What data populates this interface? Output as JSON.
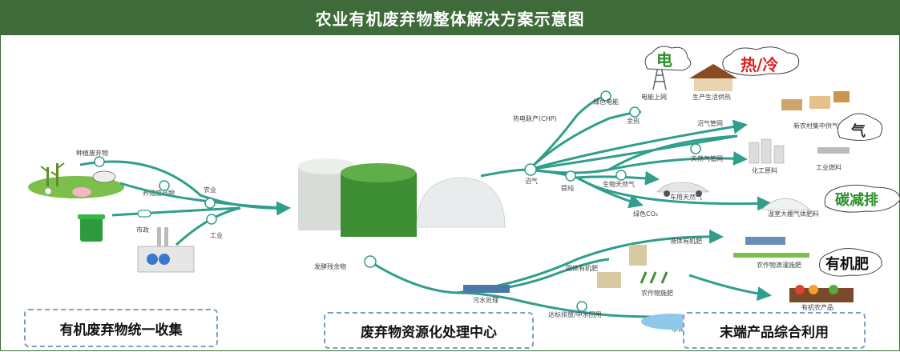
{
  "title": "农业有机废弃物整体解决方案示意图",
  "sources": {
    "planting": "种植废弃物",
    "breeding": "养殖废弃物",
    "agriculture": "农业",
    "municipal": "市政",
    "industry": "工业"
  },
  "center": {
    "chp": "热电联产(CHP)",
    "biogas": "沼气",
    "purify": "提纯",
    "residue": "发酵残余物"
  },
  "outputs": {
    "green_power": "绿色电能",
    "grid": "电能上网",
    "waste_heat": "余热",
    "heating": "生产生活供热",
    "biogas_network": "沼气管网",
    "village": "新农村集中供气",
    "ng_network": "天然气管网",
    "chemical": "化工原料",
    "industrial_fuel": "工业燃料",
    "bio_ng": "生物天然气",
    "vehicle_ng": "车用天然气",
    "green_co2": "绿色CO₂",
    "greenhouse": "温室大棚气体肥料",
    "liquid_fertilizer": "液体有机肥",
    "drip": "农作物滴灌施肥",
    "solid_fertilizer": "固体有机肥",
    "crop_fert": "农作物施肥",
    "organic_products": "有机农产品",
    "wastewater": "污水处理",
    "discharge": "达标排放/中水回用",
    "water": "水体"
  },
  "clouds": {
    "electricity": "电",
    "heat_cold": "热/冷",
    "gas": "气",
    "carbon": "碳减排",
    "fertilizer": "有机肥"
  },
  "boxes": {
    "collection": "有机废弃物统一收集",
    "center": "废弃物资源化处理中心",
    "utilization": "末端产品综合利用"
  },
  "colors": {
    "header": "#3f6b3a",
    "flow": "#2f9e8a",
    "electricity": "#2a8f2a",
    "heat": "#e02020",
    "box_border": "#7a9fc2"
  }
}
